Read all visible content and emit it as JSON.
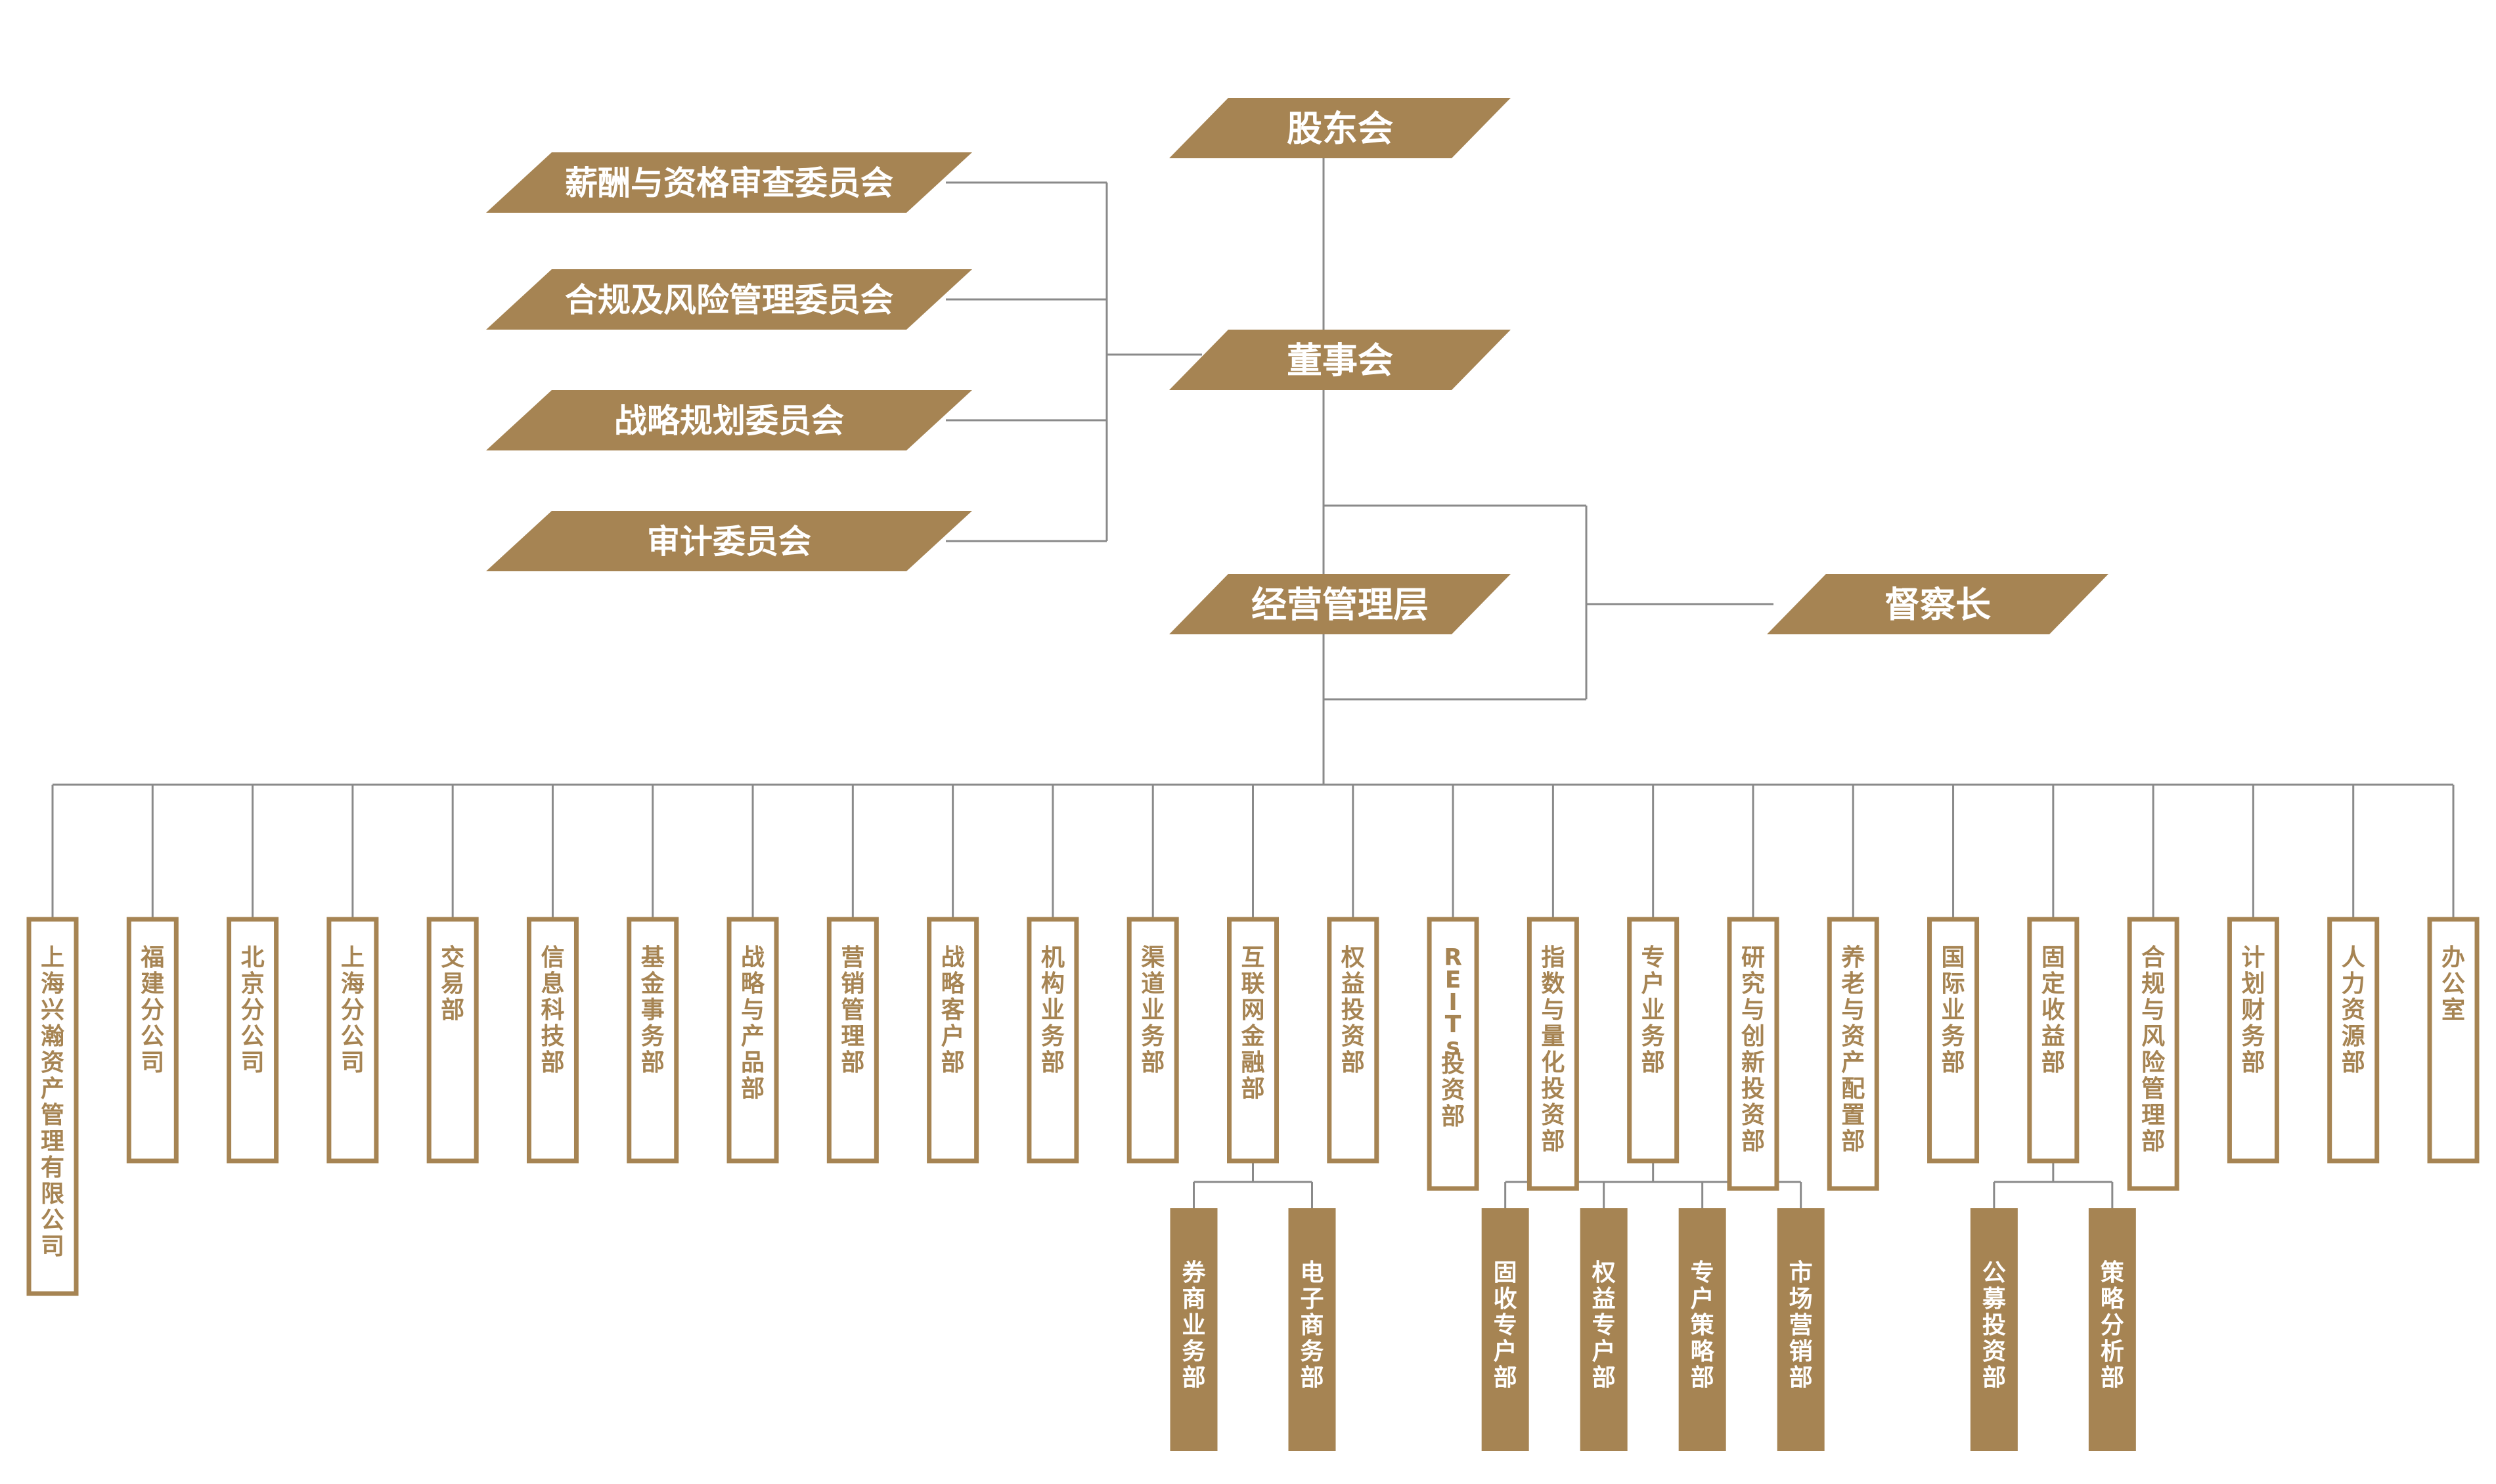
{
  "colors": {
    "accent": "#a68453",
    "line": "#8a8a8a",
    "box_fill": "#ffffff",
    "text_light": "#ffffff"
  },
  "top": {
    "shareholders": "股东会",
    "board": "董事会",
    "management": "经营管理层",
    "supervisor": "督察长"
  },
  "committees": [
    "薪酬与资格审查委员会",
    "合规及风险管理委员会",
    "战略规划委员会",
    "审计委员会"
  ],
  "departments": [
    {
      "label": "上海兴瀚资产管理有限公司",
      "children": []
    },
    {
      "label": "福建分公司",
      "children": []
    },
    {
      "label": "北京分公司",
      "children": []
    },
    {
      "label": "上海分公司",
      "children": []
    },
    {
      "label": "交易部",
      "children": []
    },
    {
      "label": "信息科技部",
      "children": []
    },
    {
      "label": "基金事务部",
      "children": []
    },
    {
      "label": "战略与产品部",
      "children": []
    },
    {
      "label": "营销管理部",
      "children": []
    },
    {
      "label": "战略客户部",
      "children": []
    },
    {
      "label": "机构业务部",
      "children": []
    },
    {
      "label": "渠道业务部",
      "children": []
    },
    {
      "label": "互联网金融部",
      "children": [
        "券商业务部",
        "电子商务部"
      ]
    },
    {
      "label": "权益投资部",
      "children": []
    },
    {
      "label": "REITs投资部",
      "children": []
    },
    {
      "label": "指数与量化投资部",
      "children": []
    },
    {
      "label": "专户业务部",
      "children": [
        "固收专户部",
        "权益专户部",
        "专户策略部",
        "市场营销部"
      ]
    },
    {
      "label": "研究与创新投资部",
      "children": []
    },
    {
      "label": "养老与资产配置部",
      "children": []
    },
    {
      "label": "国际业务部",
      "children": []
    },
    {
      "label": "固定收益部",
      "children": [
        "公募投资部",
        "策略分析部"
      ]
    },
    {
      "label": "合规与风险管理部",
      "children": []
    },
    {
      "label": "计划财务部",
      "children": []
    },
    {
      "label": "人力资源部",
      "children": []
    },
    {
      "label": "办公室",
      "children": []
    }
  ]
}
